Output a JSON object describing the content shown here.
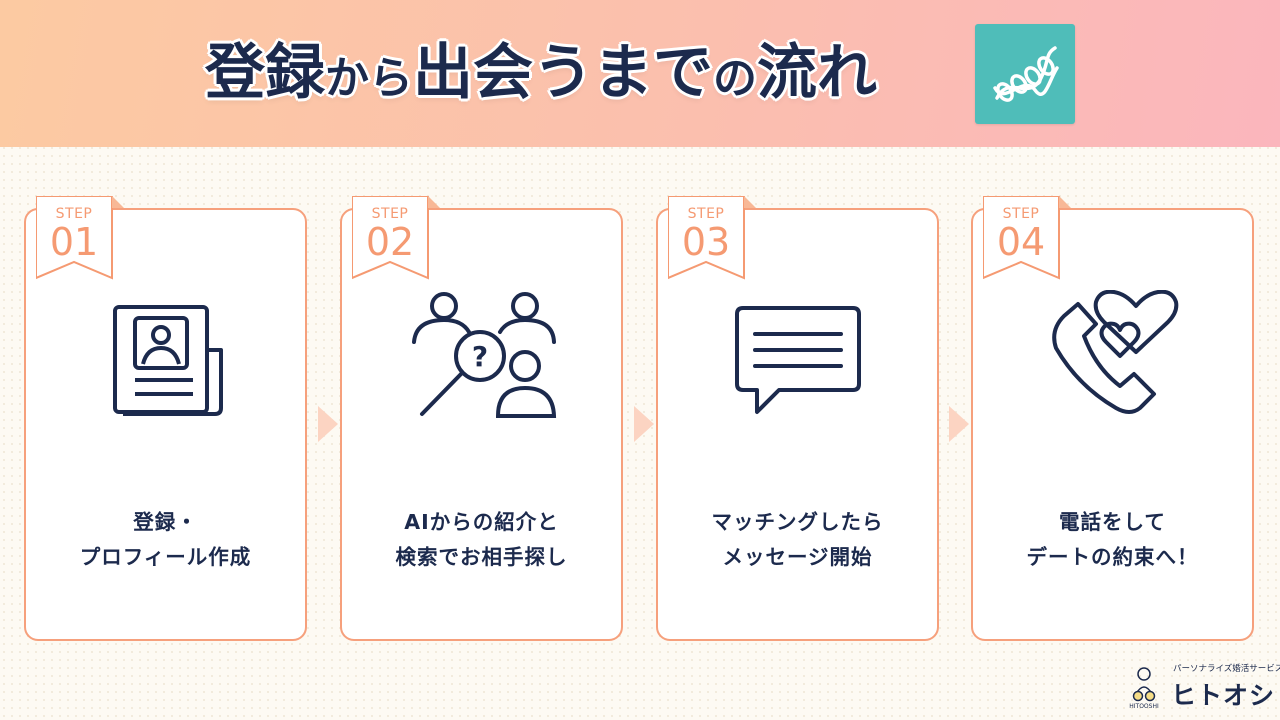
{
  "header": {
    "title_parts": [
      "登録",
      "から",
      "出会",
      "うまで",
      "の",
      "流れ"
    ]
  },
  "steps": [
    {
      "step_label": "STEP",
      "number": "01",
      "line1": "登録・",
      "line2": "プロフィール作成",
      "icon": "profile-document-icon"
    },
    {
      "step_label": "STEP",
      "number": "02",
      "line1": "AIからの紹介と",
      "line2": "検索でお相手探し",
      "icon": "people-search-icon"
    },
    {
      "step_label": "STEP",
      "number": "03",
      "line1": "マッチングしたら",
      "line2": "メッセージ開始",
      "icon": "message-bubble-icon"
    },
    {
      "step_label": "STEP",
      "number": "04",
      "line1": "電話をして",
      "line2": "デートの約束へ！",
      "icon": "phone-hearts-icon"
    }
  ],
  "logo": {
    "tagline": "パーソナライズ婚活サービス",
    "brand": "ヒトオシ",
    "mark_text": "HITOOSHI"
  },
  "colors": {
    "navy": "#1c2a4d",
    "accent_orange": "#f59a72",
    "teal": "#4fbdb9",
    "arrow": "#fcd4c2"
  }
}
